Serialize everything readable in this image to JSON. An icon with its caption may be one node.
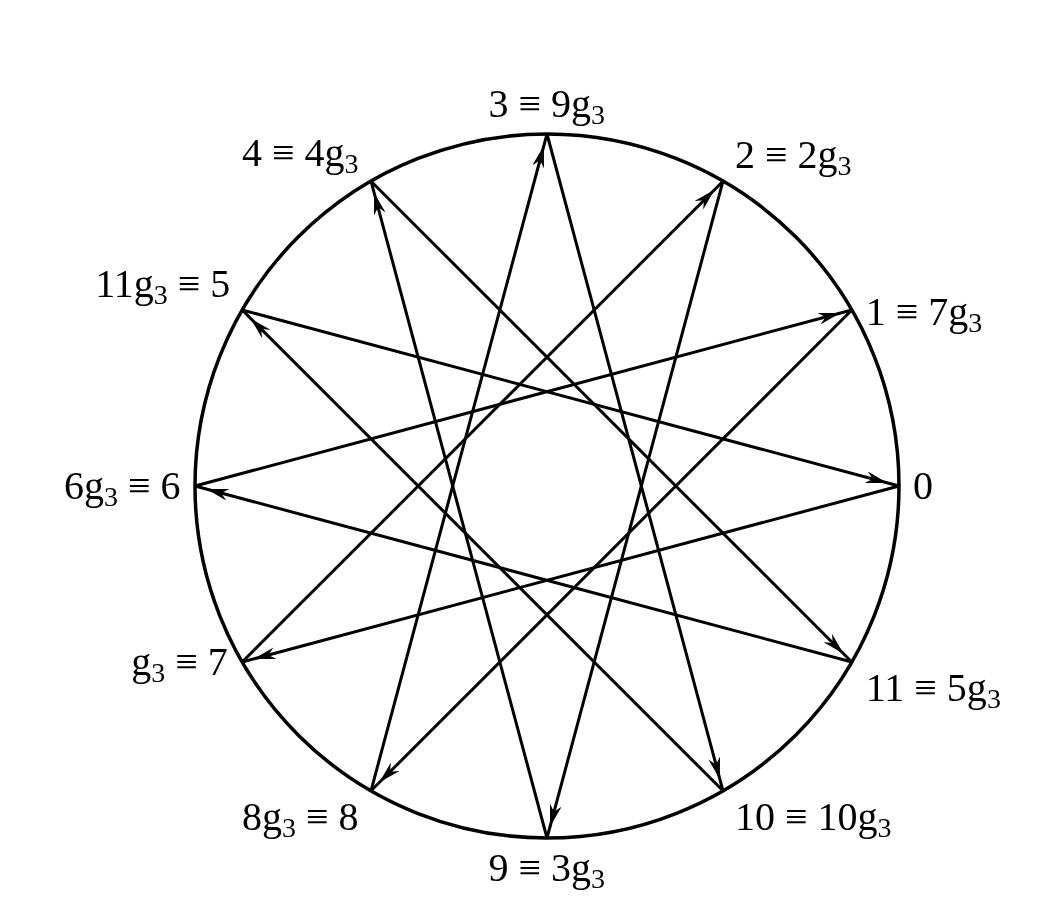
{
  "diagram": {
    "nodes": [
      {
        "text": [
          "0"
        ]
      },
      {
        "text": [
          "1 ≡ 7g$_{3}$"
        ]
      },
      {
        "text": [
          "2 ≡ 2g$_{3}$"
        ]
      },
      {
        "text": [
          "3 ≡ 9g$_{3}$"
        ]
      },
      {
        "text": [
          "4 ≡ 4g$_{3}$"
        ]
      },
      {
        "text": [
          "11g$_{3}$ ≡ 5"
        ]
      },
      {
        "text": [
          "6g$_{3}$ ≡ 6"
        ]
      },
      {
        "text": [
          "g$_{3}$ ≡ 7"
        ]
      },
      {
        "text": [
          "8g$_{3}$ ≡ 8"
        ]
      },
      {
        "text": [
          "9 ≡ 3g$_{3}$"
        ]
      },
      {
        "text": [
          "10 ≡ 10g$_{3}$"
        ]
      },
      {
        "text": [
          "11 ≡ 5g$_{3}$"
        ]
      }
    ],
    "edges": [
      {
        "from": 0,
        "to": 7,
        "arrow": "to"
      },
      {
        "from": 1,
        "to": 8,
        "arrow": "to"
      },
      {
        "from": 2,
        "to": 9,
        "arrow": "to"
      },
      {
        "from": 3,
        "to": 10,
        "arrow": "to"
      },
      {
        "from": 4,
        "to": 11,
        "arrow": "to"
      },
      {
        "from": 5,
        "to": 0,
        "arrow": "to"
      },
      {
        "from": 6,
        "to": 1,
        "arrow": "to"
      },
      {
        "from": 7,
        "to": 2,
        "arrow": "to"
      },
      {
        "from": 8,
        "to": 3,
        "arrow": "to"
      },
      {
        "from": 9,
        "to": 4,
        "arrow": "to"
      },
      {
        "from": 10,
        "to": 5,
        "arrow": "to"
      },
      {
        "from": 11,
        "to": 6,
        "arrow": "to"
      }
    ]
  }
}
